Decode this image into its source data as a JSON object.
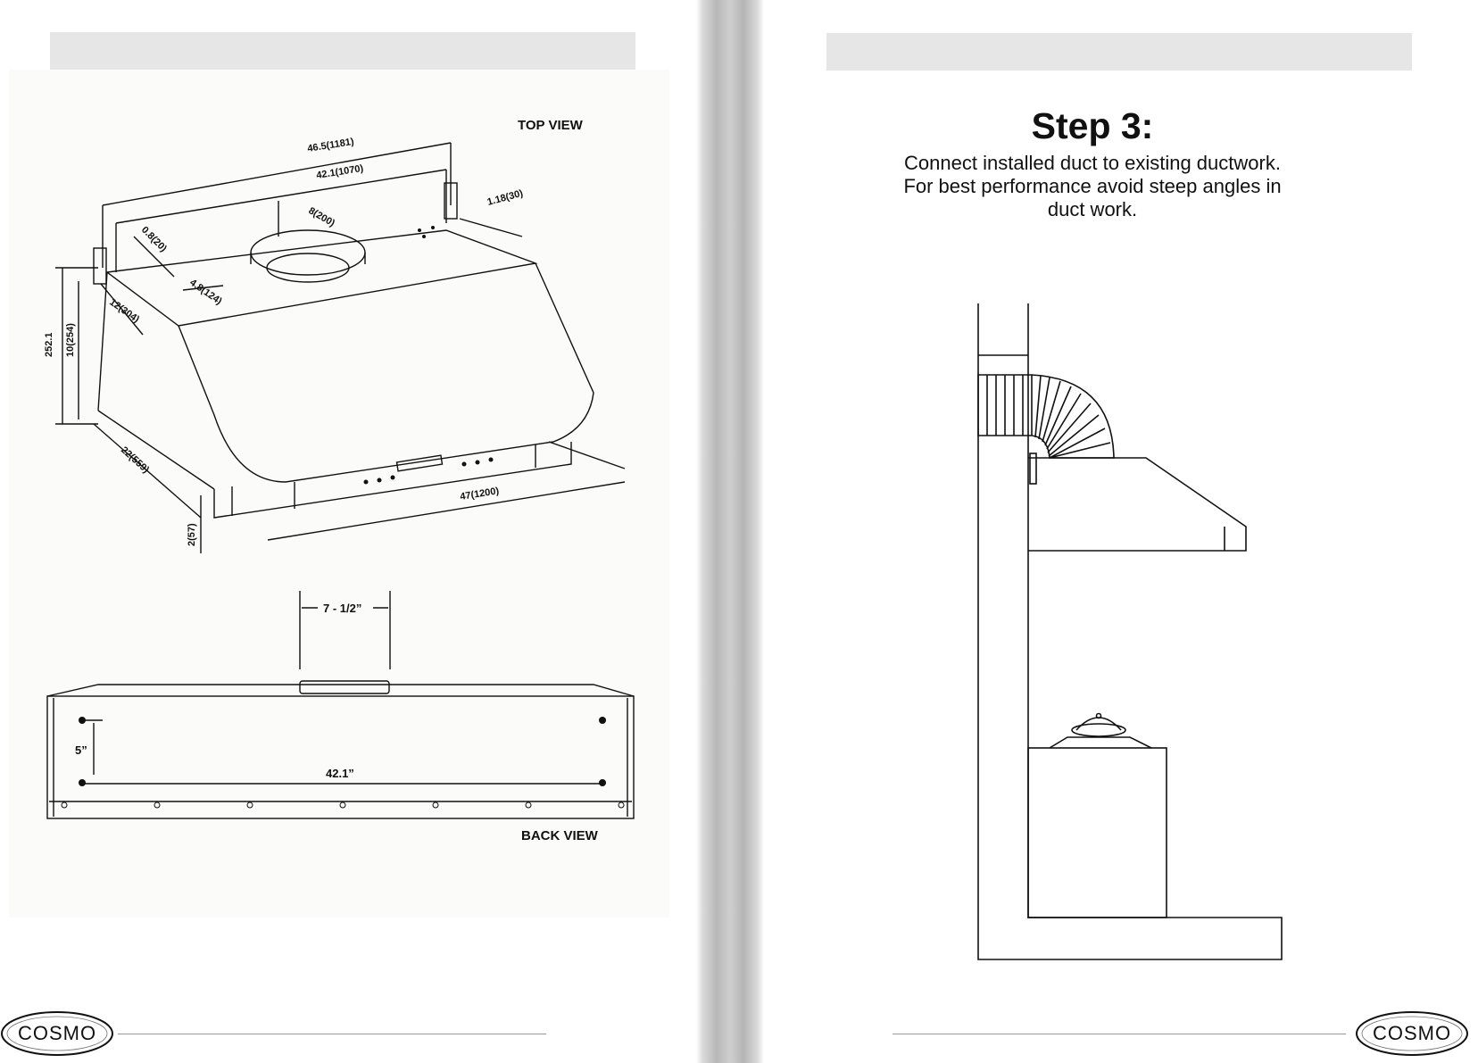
{
  "left_page": {
    "top_view_label": "TOP VIEW",
    "back_view_label": "BACK VIEW",
    "dimensions": {
      "overall_width": "46.5(1181)",
      "mount_width": "42.1(1070)",
      "duct_diameter": "8(200)",
      "bracket_offset": "1.18(30)",
      "edge_offset": "0.8(20)",
      "hole_spacing": "4.8(124)",
      "depth_top": "12(304)",
      "total_height": "252.1",
      "body_height": "10(254)",
      "depth": "22(559)",
      "bottom_height": "2(57)",
      "front_width": "47(1200)",
      "duct_width_back": "7 - 1/2”",
      "vertical_hole_spacing": "5”",
      "horizontal_hole_spacing": "42.1”"
    },
    "logo_text": "COSMO"
  },
  "right_page": {
    "step_title": "Step 3:",
    "step_instructions": "Connect installed duct to existing ductwork. For best performance avoid steep angles in duct work.",
    "logo_text": "COSMO"
  }
}
